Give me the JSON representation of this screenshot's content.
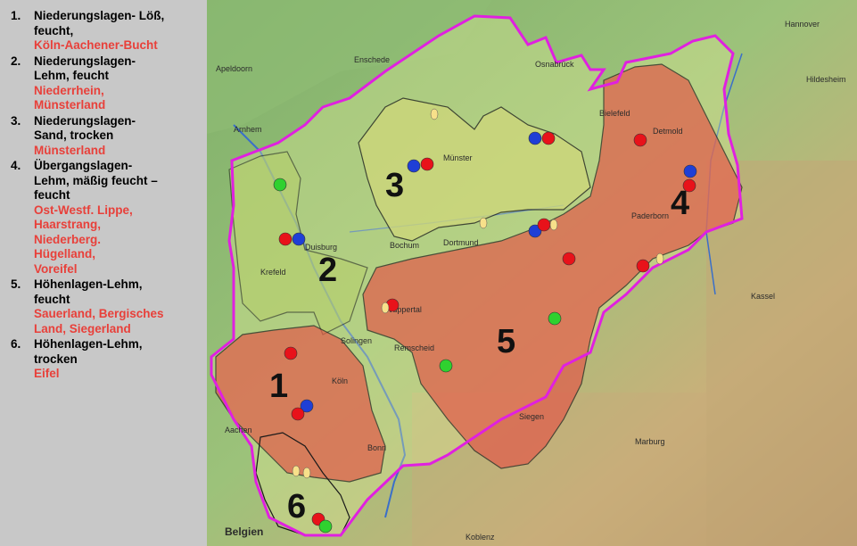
{
  "legend": {
    "items": [
      {
        "num": "1.",
        "title": "Niederungslagen- Löß,\nfeucht,",
        "region": "Köln-Aachener-Bucht"
      },
      {
        "num": "2.",
        "title": "Niederungslagen-\nLehm, feucht",
        "region": "Niederrhein,\nMünsterland"
      },
      {
        "num": "3.",
        "title": "Niederungslagen-\nSand, trocken",
        "region": "Münsterland"
      },
      {
        "num": "4.",
        "title": "Übergangslagen-\nLehm, mäßig feucht –\nfeucht",
        "region": "Ost-Westf. Lippe,\nHaarstrang,\nNiederberg.\nHügelland,\nVoreifel"
      },
      {
        "num": "5.",
        "title": "Höhenlagen-Lehm,\nfeucht",
        "region": "Sauerland, Bergisches\nLand, Siegerland"
      },
      {
        "num": "6.",
        "title": "Höhenlagen-Lehm,\ntrocken",
        "region": "Eifel"
      }
    ]
  },
  "map": {
    "zone_labels": {
      "z1": "1",
      "z2": "2",
      "z3": "3",
      "z4": "4",
      "z5": "5",
      "z6": "6"
    },
    "places": {
      "hannover": "Hannover",
      "osnabrueck": "Osnabrück",
      "muenster": "Münster",
      "bielefeld": "Bielefeld",
      "apeldoorn": "Apeldoorn",
      "arnhem": "Arnhem",
      "enschede": "Enschede",
      "hildesheim": "Hildesheim",
      "kassel": "Kassel",
      "dortmund": "Dortmund",
      "bochum": "Bochum",
      "duisburg": "Duisburg",
      "krefeld": "Krefeld",
      "wuppertal": "Wuppertal",
      "koeln": "Köln",
      "bonn": "Bonn",
      "aachen": "Aachen",
      "siegen": "Siegen",
      "marburg": "Marburg",
      "koblenz": "Koblenz",
      "paderborn": "Paderborn",
      "detmold": "Detmold",
      "remscheid": "Remscheid",
      "solingen": "Solingen",
      "belgien": "Belgien"
    },
    "colors": {
      "boundary": "#e020e0",
      "zone_red": "#e25a4a",
      "zone_yellow": "#cfd77a",
      "dot_red": "#e8121a",
      "dot_blue": "#1f3fd6",
      "dot_green": "#2fd12f",
      "dot_yellow": "#f7e08a"
    }
  }
}
